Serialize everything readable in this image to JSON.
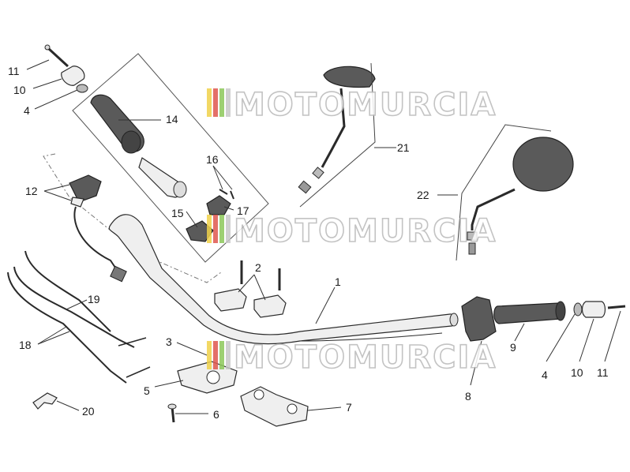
{
  "labels": {
    "l11a": "11",
    "l10a": "10",
    "l4a": "4",
    "l14": "14",
    "l12": "12",
    "l16": "16",
    "l15": "15",
    "l17": "17",
    "l2": "2",
    "l21": "21",
    "l22": "22",
    "l1": "1",
    "l19": "19",
    "l18": "18",
    "l3": "3",
    "l5": "5",
    "l6": "6",
    "l7": "7",
    "l20": "20",
    "l8": "8",
    "l9": "9",
    "l4b": "4",
    "l10b": "10",
    "l11b": "11"
  },
  "watermark": {
    "text": "MOTOMURCIA"
  },
  "colors": {
    "line": "#2a2a2a",
    "part_fill": "#efefef",
    "dark_part": "#5a5a5a",
    "wm_red": "#e0584f",
    "wm_yellow": "#f0d24a",
    "wm_green": "#8cc85a",
    "wm_gray": "#c8c8c8"
  }
}
